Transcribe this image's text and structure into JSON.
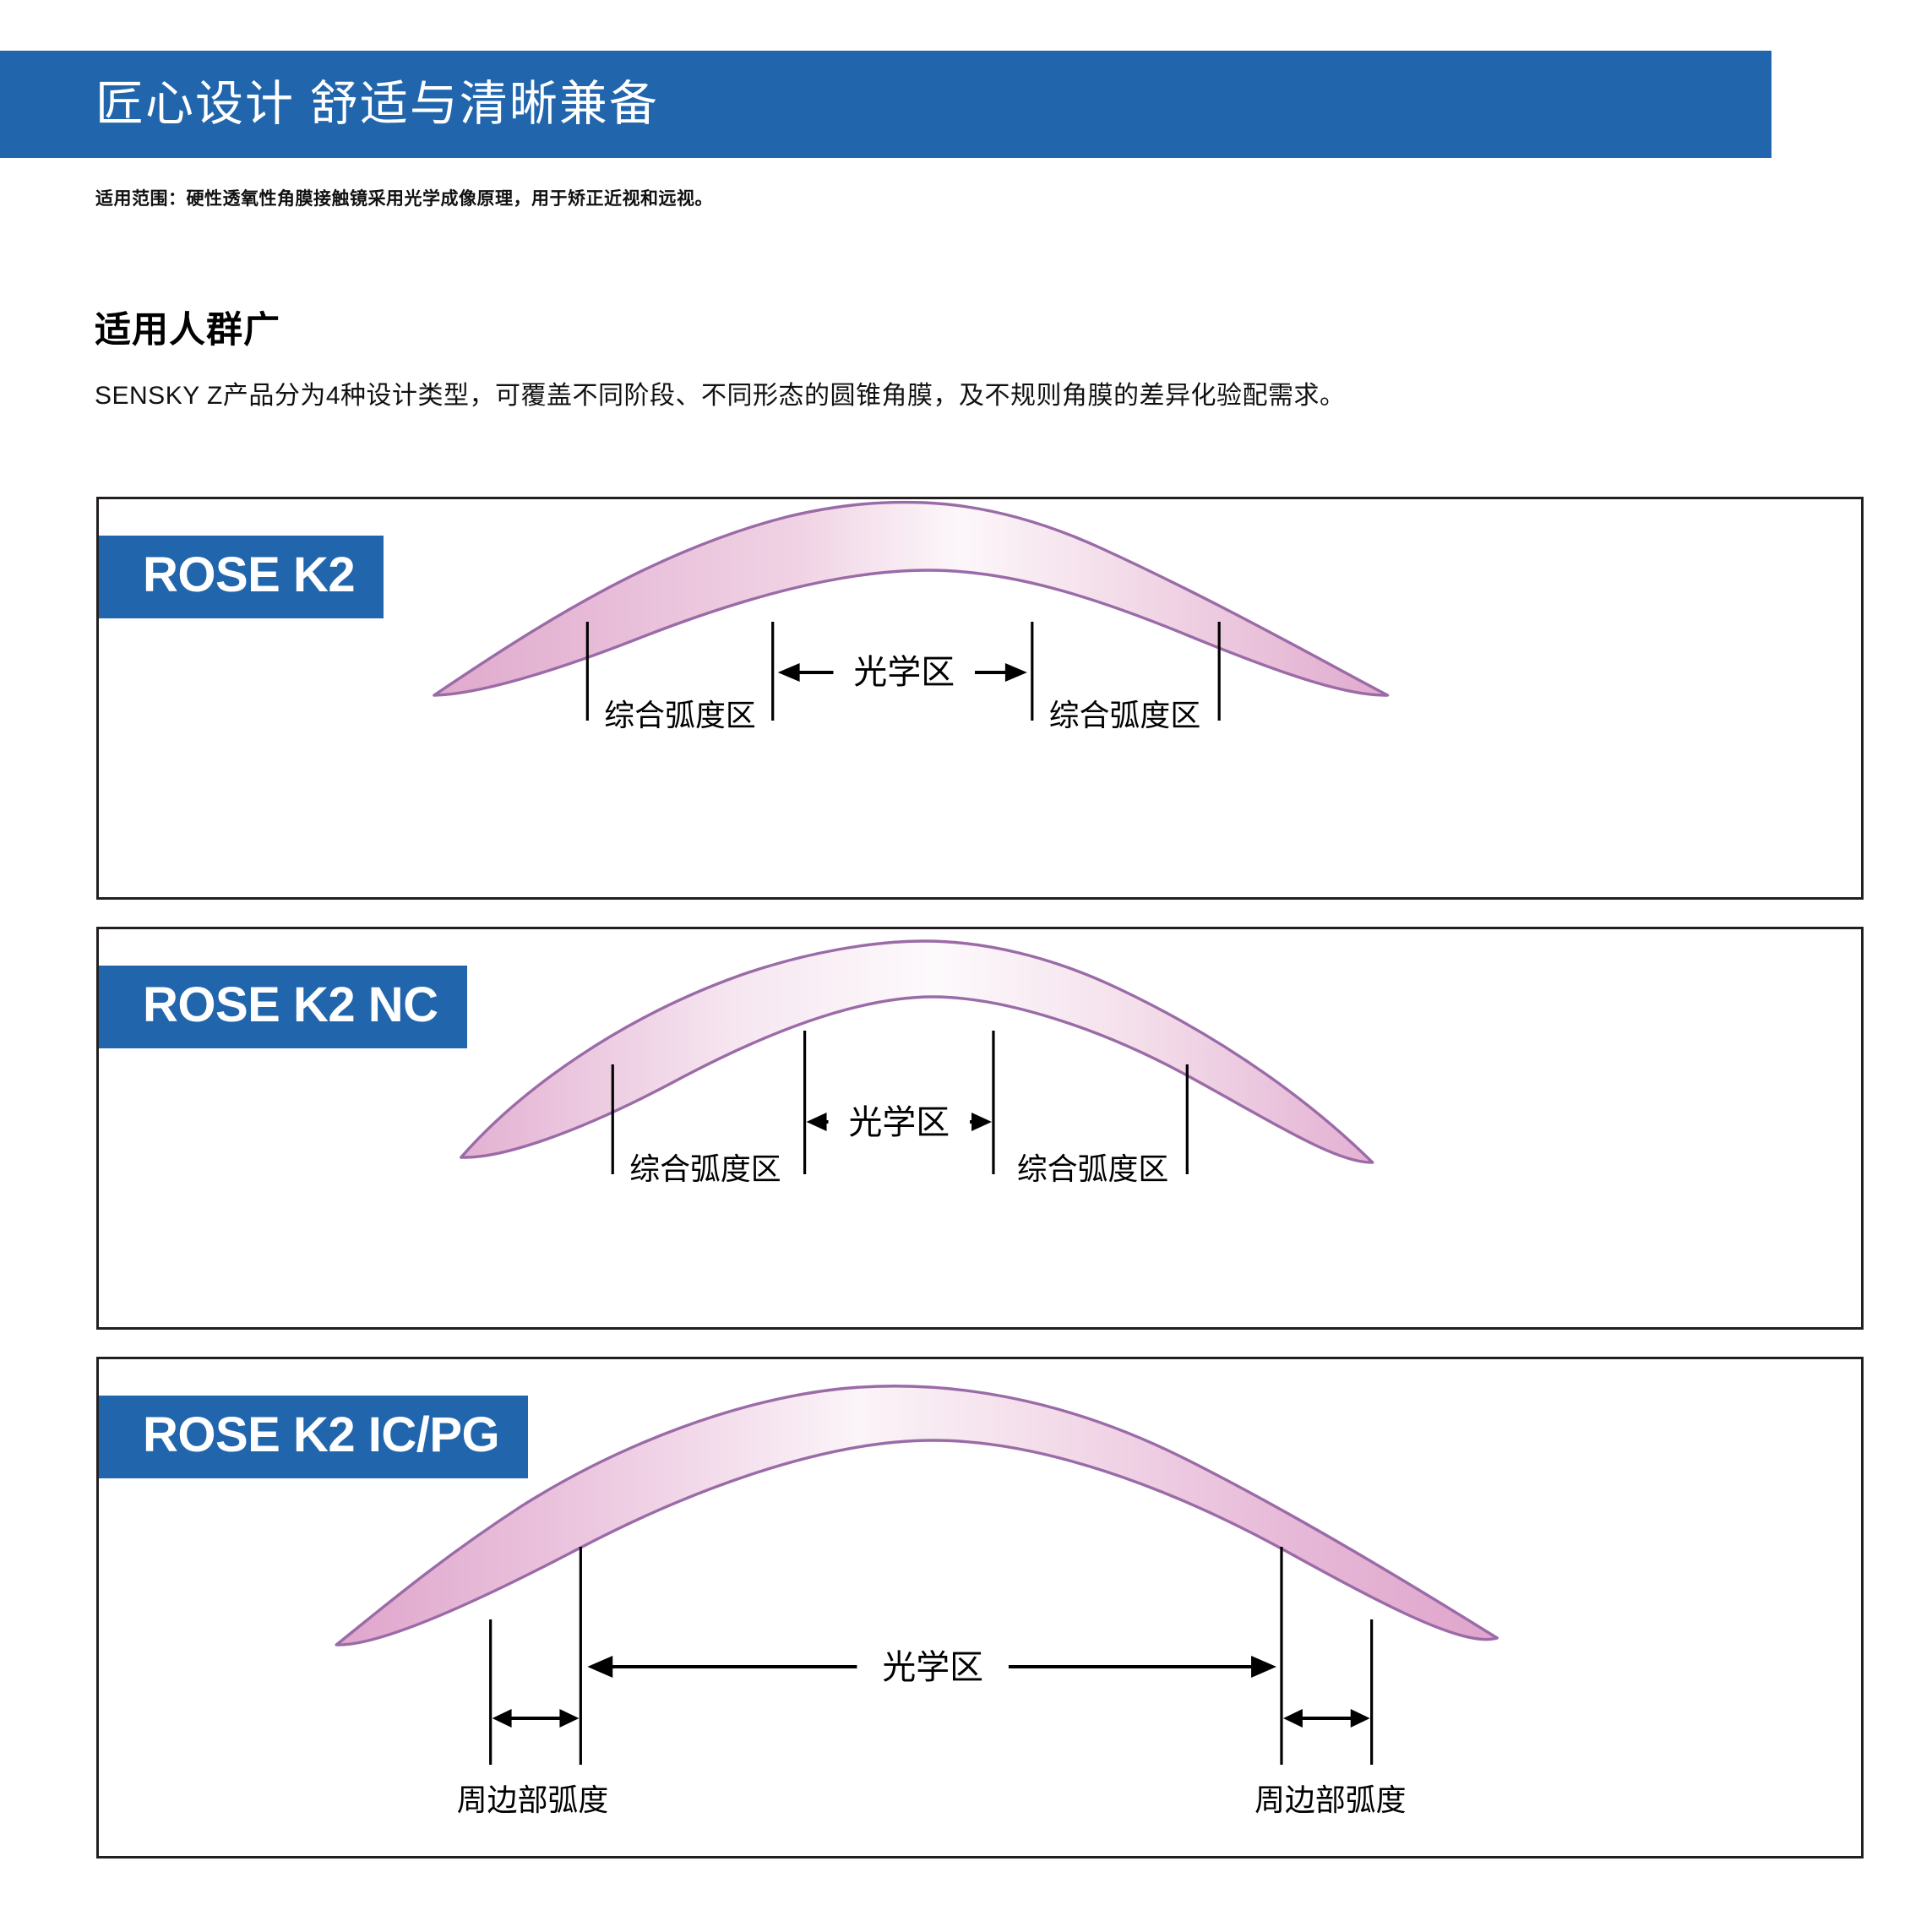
{
  "header": {
    "title": "匠心设计 舒适与清晰兼备",
    "bar_color": "#2166AC"
  },
  "scope": {
    "text": "适用范围：硬性透氧性角膜接触镜采用光学成像原理，用于矫正近视和远视。"
  },
  "section": {
    "heading": "适用人群广",
    "description": "SENSKY Z产品分为4种设计类型，可覆盖不同阶段、不同形态的圆锥角膜，及不规则角膜的差异化验配需求。"
  },
  "cards": [
    {
      "badge": "ROSE K2",
      "labels": {
        "optic_zone": "光学区",
        "left_zone": "综合弧度区",
        "right_zone": "综合弧度区"
      }
    },
    {
      "badge": "ROSE K2 NC",
      "labels": {
        "optic_zone": "光学区",
        "left_zone": "综合弧度区",
        "right_zone": "综合弧度区"
      }
    },
    {
      "badge": "ROSE K2 IC/PG",
      "labels": {
        "optic_zone": "光学区",
        "left_zone": "周边部弧度",
        "right_zone": "周边部弧度"
      }
    }
  ],
  "colors": {
    "brand_blue": "#2166AC",
    "lens_outline": "#9B6BA8",
    "lens_fill_pink": "#E3AFD1",
    "lens_fill_light": "#FBF5F9",
    "card_border": "#231f20"
  }
}
